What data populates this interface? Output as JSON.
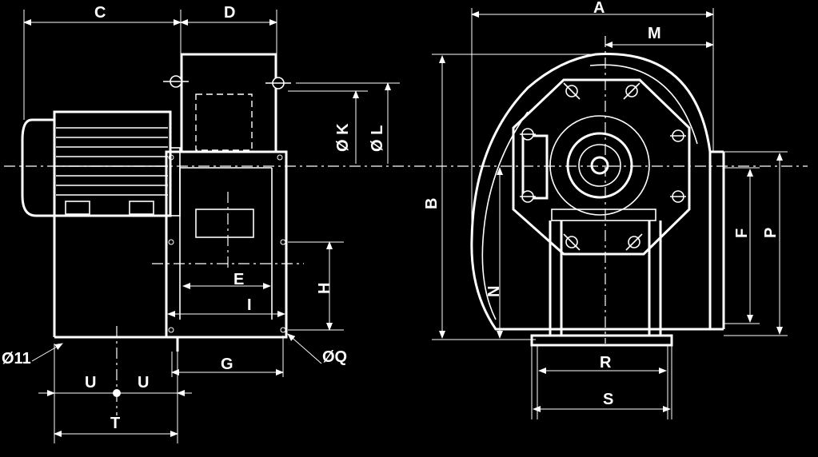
{
  "diagram": {
    "labels": {
      "C": "C",
      "D": "D",
      "A": "A",
      "M": "M",
      "K": "Ø K",
      "L": "Ø L",
      "B": "B",
      "E": "E",
      "H": "H",
      "I": "I",
      "N": "N",
      "F": "F",
      "P": "P",
      "d11": "Ø11",
      "Q": "ØQ",
      "G": "G",
      "U1": "U",
      "U2": "U",
      "T": "T",
      "R": "R",
      "S": "S"
    }
  }
}
